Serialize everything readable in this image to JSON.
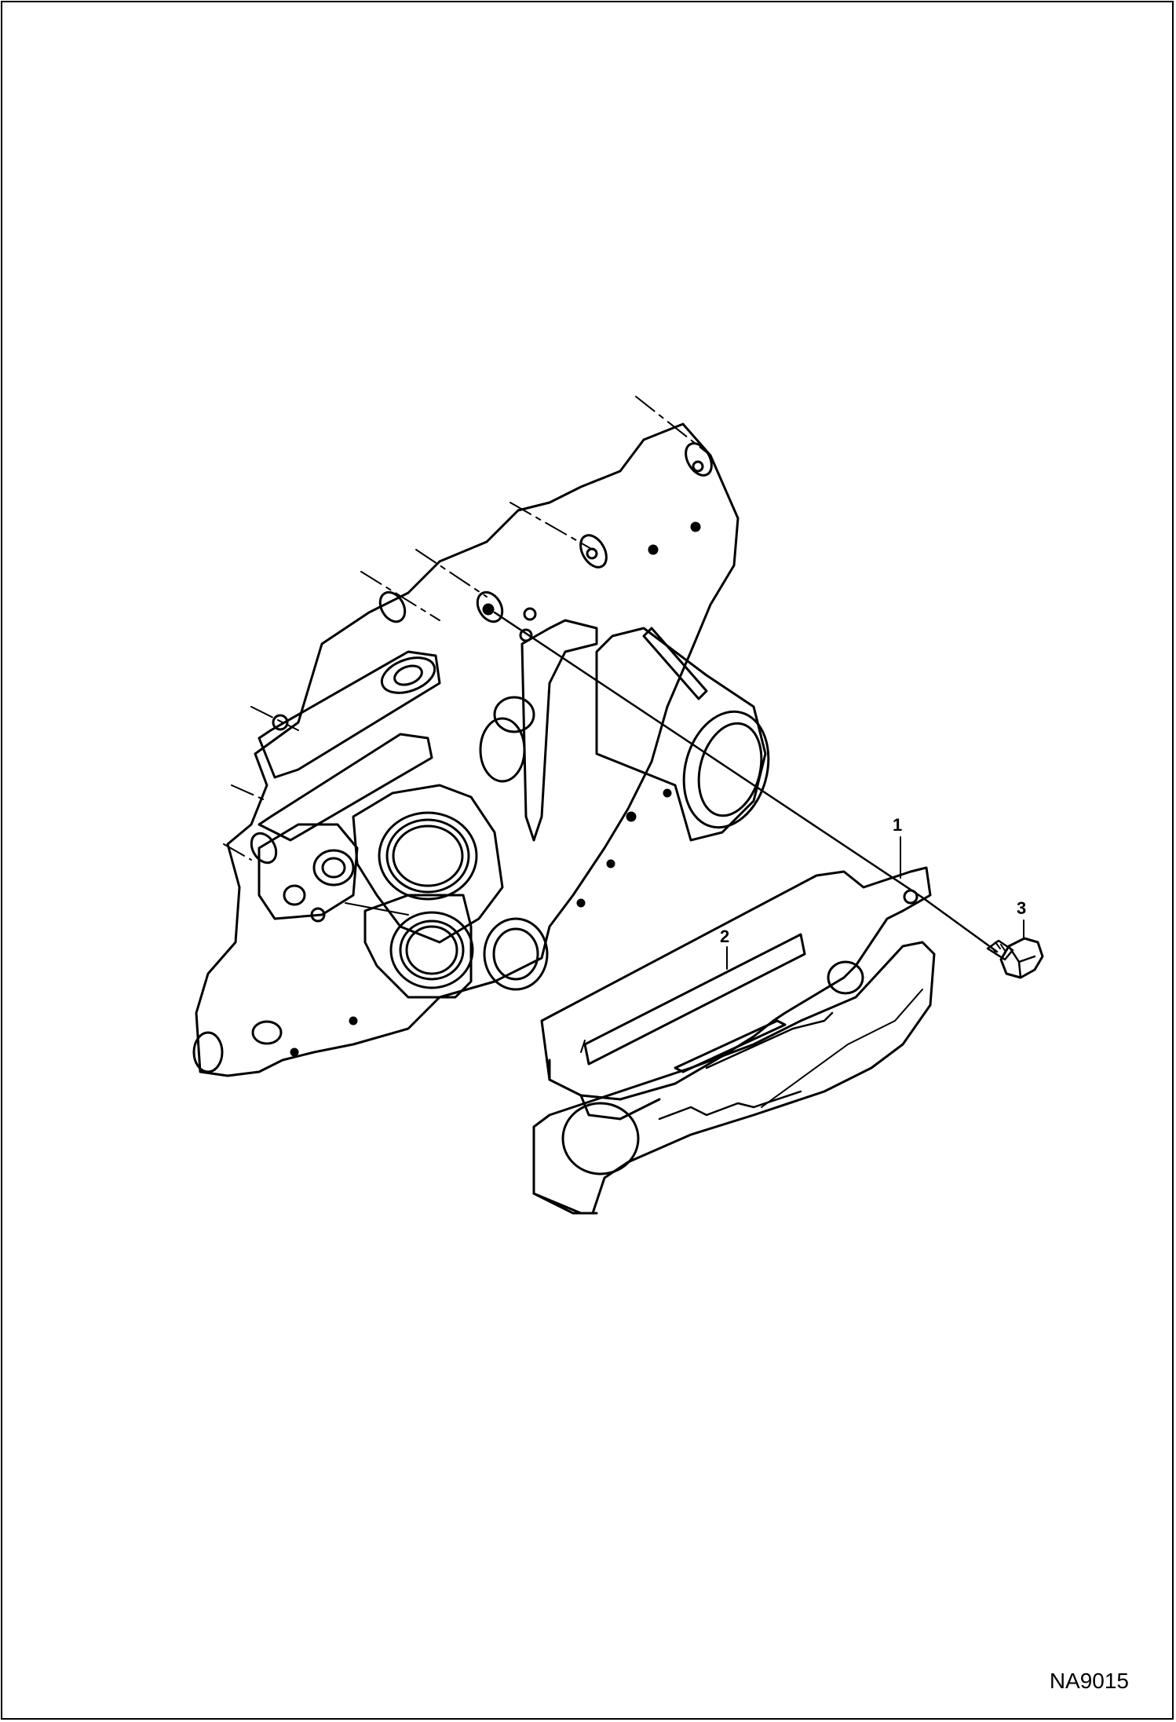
{
  "callouts": [
    {
      "label": "1"
    },
    {
      "label": "2"
    },
    {
      "label": "3"
    }
  ],
  "figure_id": "NA9015"
}
